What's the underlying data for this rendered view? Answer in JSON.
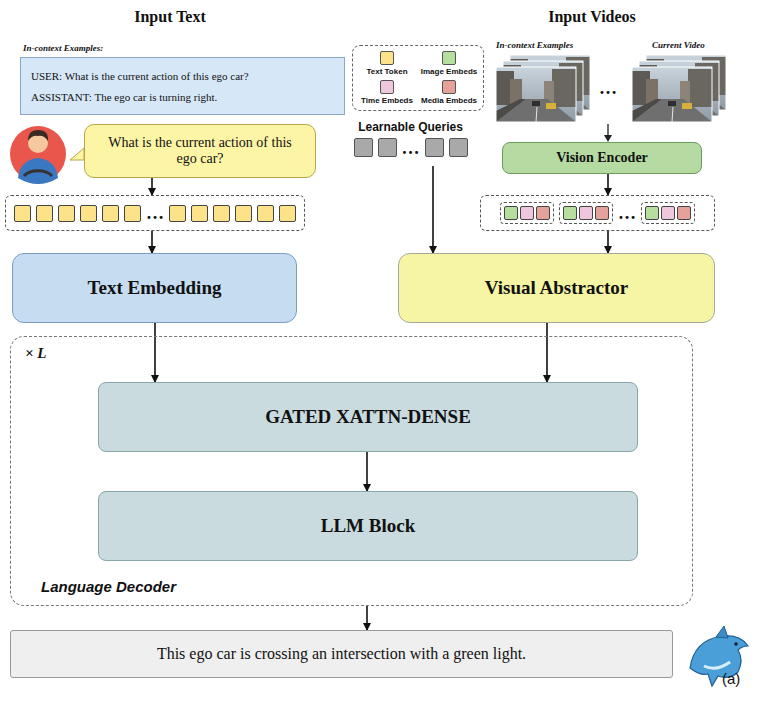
{
  "diagram": {
    "nodes": [
      {
        "text": [
          "In-context Examples:",
          "USER: What is the current action of this ego car?",
          "ASSISTANT: The ego car is turning right."
        ]
      },
      {
        "text": [
          "What is the current action of this ego car?"
        ]
      },
      {
        "text": [
          "Learnable Queries",
          "…"
        ]
      },
      {
        "text": [
          "…"
        ]
      },
      {
        "text": [
          "Vision Encoder"
        ]
      },
      {
        "text": [
          "…"
        ]
      },
      {
        "text": [
          "Text Embedding"
        ]
      },
      {
        "text": [
          "Visual Abstractor"
        ]
      },
      {
        "text": [
          "× L",
          "Language Decoder"
        ]
      },
      {
        "text": [
          "GATED XATTN-DENSE"
        ],
        "in": 8
      },
      {
        "text": [
          "LLM Block"
        ],
        "in": 8
      },
      {
        "text": [
          "This ego car is crossing an intersection with a green light."
        ]
      }
    ],
    "edges": [
      {
        "from": 1,
        "to": 3,
        "arrow": "to"
      },
      {
        "from": 3,
        "to": 6,
        "arrow": "to"
      },
      {
        "from": 6,
        "to": 9,
        "arrow": "to"
      },
      {
        "from": 2,
        "to": 7,
        "arrow": "to"
      },
      {
        "from": 4,
        "to": 5,
        "arrow": "to"
      },
      {
        "from": 5,
        "to": 7,
        "arrow": "to"
      },
      {
        "from": 7,
        "to": 9,
        "arrow": "to"
      },
      {
        "from": 9,
        "to": 10,
        "arrow": "to"
      },
      {
        "from": 8,
        "to": 11,
        "arrow": "to"
      }
    ],
    "labels": [
      "Input Text",
      "Input Videos",
      "In-context Examples",
      "…",
      "Current Video",
      "(a)"
    ],
    "legend": [
      {
        "text": "Text Token",
        "color": "#fce38a"
      },
      {
        "text": "Image Embeds",
        "color": "#b6df9f"
      },
      {
        "text": "Time Embeds",
        "color": "#efc7dc"
      },
      {
        "text": "Media Embeds",
        "color": "#e4a29b"
      }
    ]
  }
}
